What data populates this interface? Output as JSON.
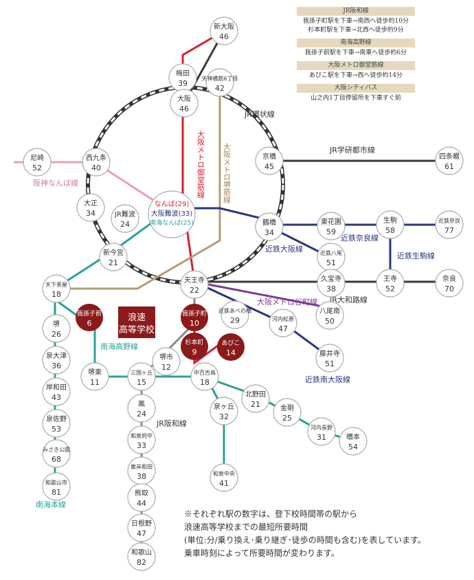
{
  "legend": [
    {
      "title": "JR阪和線",
      "lines": [
        "我孫子町駅を下車→南西へ徒歩約10分",
        "杉本町駅を下車→北西へ徒歩約9分"
      ]
    },
    {
      "title": "南海高野線",
      "lines": [
        "我孫子前駅を下車→南東へ徒歩約6分"
      ]
    },
    {
      "title": "大阪メトロ御堂筋線",
      "lines": [
        "あびこ駅を下車→西へ徒歩約14分"
      ]
    },
    {
      "title": "大阪シティバス",
      "lines": [
        "山之内1丁目停留所を下車すぐ前"
      ]
    }
  ],
  "school": {
    "line1": "浪速",
    "line2": "高等学校",
    "color": "#8b1a1a"
  },
  "line_labels": {
    "jr_loop": "JR環状線",
    "gakken": "JR学研都市線",
    "hanshin": "阪神なんば線",
    "midosuji": "大阪メトロ御堂筋線",
    "sakaisuji": "大阪メトロ堺筋線",
    "kintetsu_nara": "近鉄奈良線",
    "kintetsu_osaka": "近鉄大阪線",
    "kintetsu_ikoma": "近鉄生駒線",
    "yamatoji": "JR大和路線",
    "tanimachi": "大阪メトロ谷町線",
    "minami_osaka": "近鉄南大阪線",
    "nankai_koya": "南海高野線",
    "hanwa": "JR阪和線",
    "nankai_main": "南海本線"
  },
  "stations": {
    "shinosaka": {
      "name": "新大阪",
      "min": "46"
    },
    "umeda": {
      "name": "梅田",
      "min": "39"
    },
    "tenjinbashi": {
      "name": "天神橋筋6丁目",
      "min": "42"
    },
    "osaka": {
      "name": "大阪",
      "min": "46"
    },
    "amagasaki": {
      "name": "尼崎",
      "min": "52"
    },
    "nishikujo": {
      "name": "西九条",
      "min": "40"
    },
    "kyobashi": {
      "name": "京橋",
      "min": "45"
    },
    "shijonawate": {
      "name": "四条畷",
      "min": "61"
    },
    "taisho": {
      "name": "大正",
      "min": "34"
    },
    "jrnamba": {
      "name": "JR難波",
      "min": "24"
    },
    "namba": {
      "name": "なんば",
      "min": "29"
    },
    "osakanamba": {
      "name": "大阪難波",
      "min": "33"
    },
    "nankainamba": {
      "name": "南海なんば",
      "min": "25"
    },
    "tsuruhashi": {
      "name": "鶴橋",
      "min": "34"
    },
    "higashihanazono": {
      "name": "東花園",
      "min": "59"
    },
    "ikoma": {
      "name": "生駒",
      "min": "58"
    },
    "kintetsunara": {
      "name": "近鉄奈良",
      "min": "77"
    },
    "shinimamiya": {
      "name": "新今宮",
      "min": "21"
    },
    "kintetsuyao": {
      "name": "近鉄八尾",
      "min": "51"
    },
    "tengachaya": {
      "name": "天下茶屋",
      "min": "18"
    },
    "tennoji": {
      "name": "天王寺",
      "min": "22"
    },
    "kyuhoji": {
      "name": "久宝寺",
      "min": "38"
    },
    "oji": {
      "name": "王寺",
      "min": "52"
    },
    "nara": {
      "name": "奈良",
      "min": "70"
    },
    "abenobashi": {
      "name": "近鉄あべの橋",
      "min": "29"
    },
    "yaominami": {
      "name": "八尾南",
      "min": "50"
    },
    "abikomae": {
      "name": "我孫子前",
      "min": "6"
    },
    "abikocho": {
      "name": "我孫子町",
      "min": "10"
    },
    "sakai": {
      "name": "堺",
      "min": "26"
    },
    "kawachimatsubara": {
      "name": "河内松原",
      "min": "47"
    },
    "sugimotocho": {
      "name": "杉本町",
      "min": "9"
    },
    "abiko": {
      "name": "あびこ",
      "min": "14"
    },
    "fujiidera": {
      "name": "藤井寺",
      "min": "51"
    },
    "izumiotsu": {
      "name": "泉大津",
      "min": "36"
    },
    "sakaishi": {
      "name": "堺市",
      "min": "12"
    },
    "sakaihigashi": {
      "name": "堺東",
      "min": "11"
    },
    "mikunigaoka": {
      "name": "三国ヶ丘",
      "min": "15"
    },
    "nakamozu": {
      "name": "中百舌鳥",
      "min": "18"
    },
    "kishiwada": {
      "name": "岸和田",
      "min": "43"
    },
    "kitanoda": {
      "name": "北野田",
      "min": "21"
    },
    "otori": {
      "name": "鳳",
      "min": "24"
    },
    "izumigaoka": {
      "name": "泉ヶ丘",
      "min": "32"
    },
    "kongo": {
      "name": "金剛",
      "min": "25"
    },
    "izumisano": {
      "name": "泉佐野",
      "min": "53"
    },
    "izumifuchu": {
      "name": "和泉府中",
      "min": "33"
    },
    "kawachinagano": {
      "name": "河内長野",
      "min": "31"
    },
    "hashimoto": {
      "name": "橋本",
      "min": "54"
    },
    "misakikoen": {
      "name": "みさき公園",
      "min": "68"
    },
    "higashikishiwada": {
      "name": "東岸和田",
      "min": "38"
    },
    "izumichuo": {
      "name": "和泉中央",
      "min": "41"
    },
    "wakayamashi": {
      "name": "和歌山市",
      "min": "81"
    },
    "kumatori": {
      "name": "熊取",
      "min": "44"
    },
    "hineno": {
      "name": "日根野",
      "min": "47"
    },
    "wakayama": {
      "name": "和歌山",
      "min": "82"
    }
  },
  "note": [
    "※それぞれ駅の数字は、登下校時間帯の駅から",
    "浪速高等学校までの最短所要時間",
    "(単位:分/乗り換え･乗り継ぎ･徒歩の時間も含む)を表しています。",
    "乗車時刻によって所要時間が変わります。"
  ],
  "colors": {
    "jr_loop": "#333333",
    "gakken": "#3a3a3a",
    "hanshin": "#e89cc0",
    "midosuji": "#d81e2c",
    "sakaisuji": "#b59a74",
    "kintetsu": "#2a347f",
    "tanimachi": "#7b3a96",
    "nankai": "#2aa198",
    "hanwa": "#8a8a8a",
    "highlight": "#8b1a1a"
  }
}
